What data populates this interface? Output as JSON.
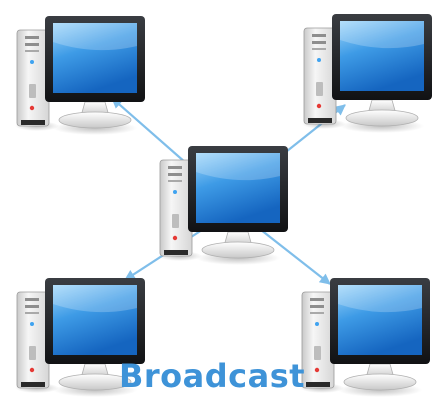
{
  "diagram": {
    "caption": "Broadcast",
    "source_node": "center-computer",
    "target_nodes": [
      "top-left-computer",
      "top-right-computer",
      "bottom-left-computer",
      "bottom-right-computer"
    ],
    "icon": "desktop-computer-icon",
    "colors": {
      "caption": "#3E93D8",
      "arrow": "#7FBEEA",
      "screen": "#2E8FE0",
      "bezel": "#1D1F22",
      "tower": "#E7E7E7"
    }
  }
}
